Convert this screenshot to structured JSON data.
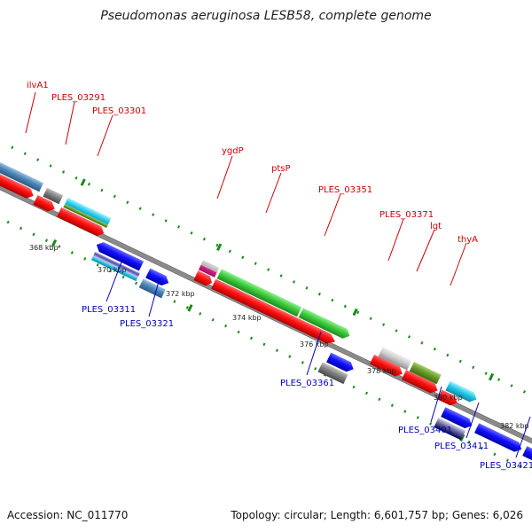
{
  "title": "Pseudomonas aeruginosa LESB58, complete genome",
  "footer": {
    "accession": "Accession: NC_011770",
    "topology": "Topology: circular; Length: 6,601,757 bp; Genes: 6,026"
  },
  "scale_labels": [
    "368 kbp",
    "370 kbp",
    "372 kbp",
    "374 kbp",
    "376 kbp",
    "378 kbp",
    "380 kbp",
    "382 kbp"
  ],
  "genes_top": [
    "ilvA1",
    "PLES_03291",
    "PLES_03301",
    "ygdP",
    "ptsP",
    "PLES_03351",
    "PLES_03371",
    "lgt",
    "thyA"
  ],
  "genes_bottom": [
    "PLES_03311",
    "PLES_03321",
    "PLES_03361",
    "PLES_03401",
    "PLES_03411",
    "PLES_03421"
  ],
  "colors": {
    "label_forward": "#d00000",
    "label_reverse": "#0000c0",
    "cds_red": "#ff1010",
    "cds_blue": "#1010ff",
    "cds_green": "#3ccc3c",
    "cds_steelblue": "#4a86b8",
    "cds_gray": "#808080",
    "cds_olive": "#6a9a2a",
    "cds_cyan": "#22c8e8",
    "cds_pink": "#e0208a",
    "backbone": "#8a8a8a",
    "tick": "#1a8a1a"
  }
}
